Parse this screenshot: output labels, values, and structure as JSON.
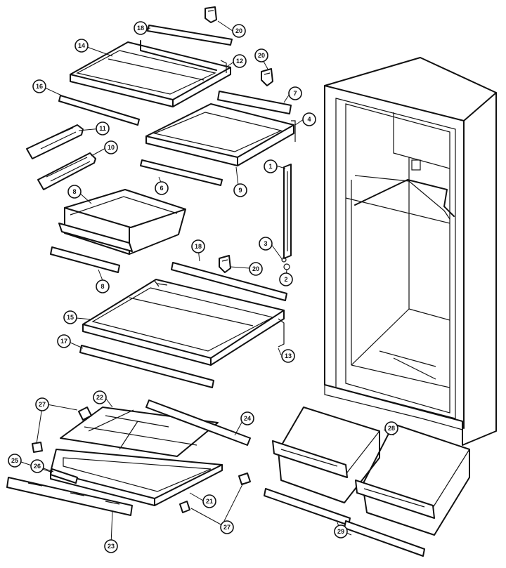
{
  "callouts": {
    "c1": "1",
    "c2": "2",
    "c3": "3",
    "c4": "4",
    "c6": "6",
    "c7": "7",
    "c8a": "8",
    "c8b": "8",
    "c9": "9",
    "c10": "10",
    "c11": "11",
    "c12": "12",
    "c13": "13",
    "c14": "14",
    "c15": "15",
    "c16": "16",
    "c17": "17",
    "c18a": "18",
    "c18b": "18",
    "c20a": "20",
    "c20b": "20",
    "c20c": "20",
    "c21": "21",
    "c22": "22",
    "c23": "23",
    "c24": "24",
    "c25": "25",
    "c26": "26",
    "c27a": "27",
    "c27b": "27",
    "c28": "28",
    "c29": "29"
  }
}
